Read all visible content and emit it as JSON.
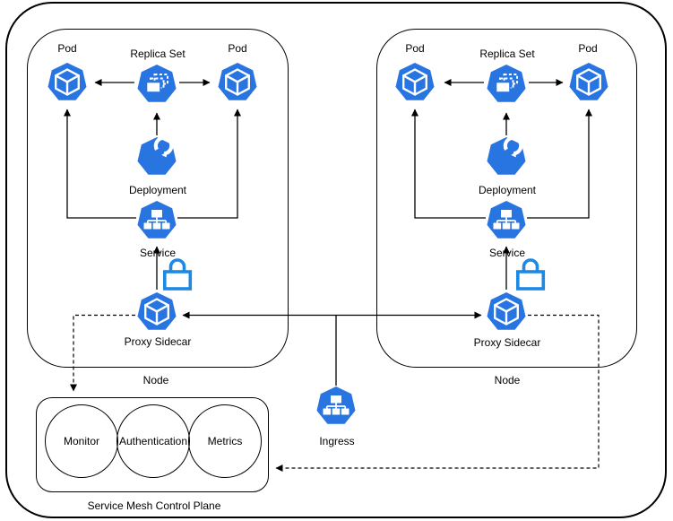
{
  "colors": {
    "kubernetes_blue": "#2875E2",
    "lock_blue": "#1E88E5",
    "line_black": "#000000"
  },
  "nodes": [
    {
      "label": "Node",
      "pod_left": "Pod",
      "pod_right": "Pod",
      "replica_set": "Replica Set",
      "deployment": "Deployment",
      "service": "Service",
      "proxy_sidecar": "Proxy Sidecar"
    },
    {
      "label": "Node",
      "pod_left": "Pod",
      "pod_right": "Pod",
      "replica_set": "Replica Set",
      "deployment": "Deployment",
      "service": "Service",
      "proxy_sidecar": "Proxy Sidecar"
    }
  ],
  "ingress": {
    "label": "Ingress"
  },
  "control_plane": {
    "label": "Service Mesh Control Plane",
    "components": [
      "Monitor",
      "Authentication",
      "Metrics"
    ]
  }
}
